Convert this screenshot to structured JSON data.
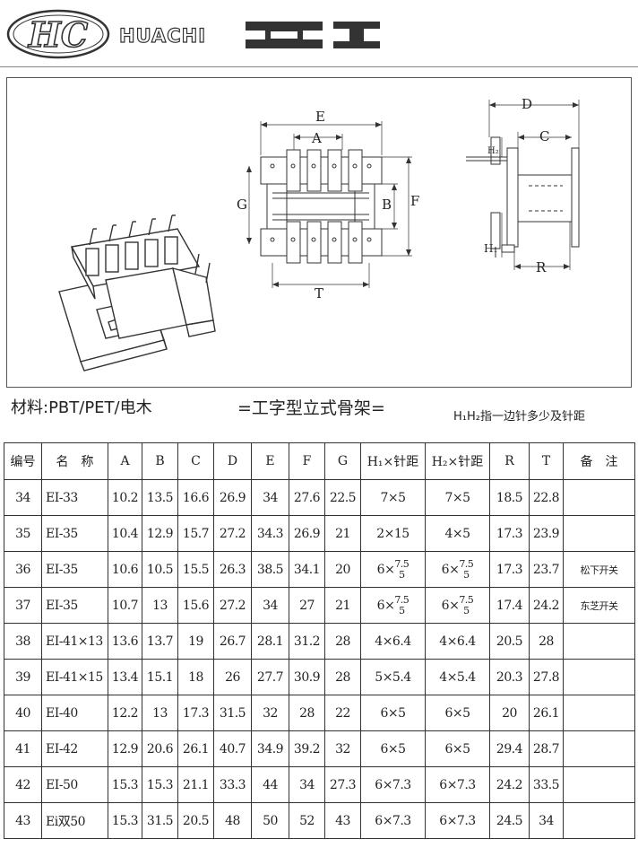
{
  "header": {
    "logo_text": "HC",
    "brand": "HUACHI",
    "series": "EI"
  },
  "drawing": {
    "dims": {
      "E": "E",
      "A": "A",
      "G": "G",
      "B": "B",
      "F": "F",
      "T": "T",
      "D": "D",
      "C": "C",
      "H2": "H₂",
      "H1": "H₁",
      "R": "R"
    }
  },
  "captions": {
    "material": "材料:PBT/PET/电木",
    "type": "=工字型立式骨架=",
    "note": "H₁H₂指一边针多少及针距"
  },
  "table": {
    "headers": [
      "编号",
      "名　称",
      "A",
      "B",
      "C",
      "D",
      "E",
      "F",
      "G",
      "H₁×针距",
      "H₂×针距",
      "R",
      "T",
      "备　注"
    ],
    "rows": [
      {
        "no": "34",
        "name": "EI-33",
        "A": "10.2",
        "B": "13.5",
        "C": "16.6",
        "D": "26.9",
        "E": "34",
        "F": "27.6",
        "G": "22.5",
        "H1": "7×5",
        "H2": "7×5",
        "R": "18.5",
        "T": "22.8",
        "note": ""
      },
      {
        "no": "35",
        "name": "EI-35",
        "A": "10.4",
        "B": "12.9",
        "C": "15.7",
        "D": "27.2",
        "E": "34.3",
        "F": "26.9",
        "G": "21",
        "H1": "2×15",
        "H2": "4×5",
        "R": "17.3",
        "T": "23.9",
        "note": ""
      },
      {
        "no": "36",
        "name": "EI-35",
        "A": "10.6",
        "B": "10.5",
        "C": "15.5",
        "D": "26.3",
        "E": "38.5",
        "F": "34.1",
        "G": "20",
        "H1": "6×",
        "H1_num": "7.5",
        "H1_den": "5",
        "H2": "6×",
        "H2_num": "7.5",
        "H2_den": "5",
        "R": "17.3",
        "T": "23.7",
        "note": "松下开关"
      },
      {
        "no": "37",
        "name": "EI-35",
        "A": "10.7",
        "B": "13",
        "C": "15.6",
        "D": "27.2",
        "E": "34",
        "F": "27",
        "G": "21",
        "H1": "6×",
        "H1_num": "7.5",
        "H1_den": "5",
        "H2": "6×",
        "H2_num": "7.5",
        "H2_den": "5",
        "R": "17.4",
        "T": "24.2",
        "note": "东芝开关"
      },
      {
        "no": "38",
        "name": "EI-41×13",
        "A": "13.6",
        "B": "13.7",
        "C": "19",
        "D": "26.7",
        "E": "28.1",
        "F": "31.2",
        "G": "28",
        "H1": "4×6.4",
        "H2": "4×6.4",
        "R": "20.5",
        "T": "28",
        "note": ""
      },
      {
        "no": "39",
        "name": "EI-41×15",
        "A": "13.4",
        "B": "15.1",
        "C": "18",
        "D": "26",
        "E": "27.7",
        "F": "30.9",
        "G": "28",
        "H1": "5×5.4",
        "H2": "4×5.4",
        "R": "20.3",
        "T": "27.8",
        "note": ""
      },
      {
        "no": "40",
        "name": "EI-40",
        "A": "12.2",
        "B": "13",
        "C": "17.3",
        "D": "31.5",
        "E": "32",
        "F": "28",
        "G": "22",
        "H1": "6×5",
        "H2": "6×5",
        "R": "20",
        "T": "26.1",
        "note": ""
      },
      {
        "no": "41",
        "name": "EI-42",
        "A": "12.9",
        "B": "20.6",
        "C": "26.1",
        "D": "40.7",
        "E": "34.9",
        "F": "39.2",
        "G": "32",
        "H1": "6×5",
        "H2": "6×5",
        "R": "29.4",
        "T": "28.7",
        "note": ""
      },
      {
        "no": "42",
        "name": "EI-50",
        "A": "15.3",
        "B": "15.3",
        "C": "21.1",
        "D": "33.3",
        "E": "44",
        "F": "34",
        "G": "27.3",
        "H1": "6×7.3",
        "H2": "6×7.3",
        "R": "24.2",
        "T": "33.5",
        "note": ""
      },
      {
        "no": "43",
        "name": "Ei双50",
        "A": "15.3",
        "B": "31.5",
        "C": "20.5",
        "D": "48",
        "E": "50",
        "F": "52",
        "G": "43",
        "H1": "6×7.3",
        "H2": "6×7.3",
        "R": "24.5",
        "T": "34",
        "note": ""
      }
    ]
  }
}
